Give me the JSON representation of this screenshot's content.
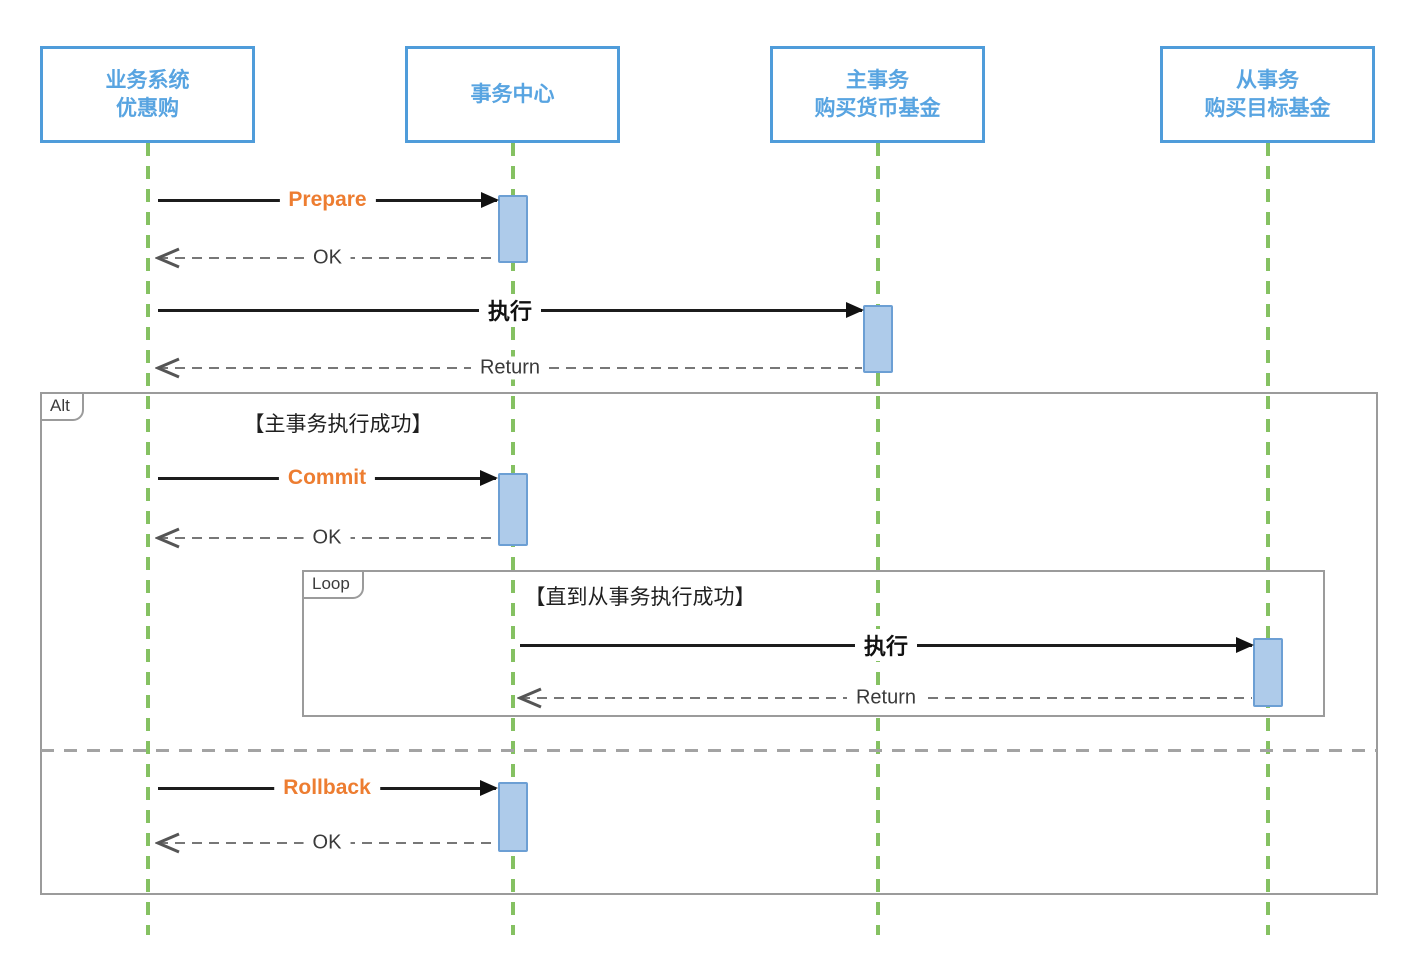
{
  "diagram": {
    "type": "uml-sequence-diagram",
    "actors": [
      {
        "id": "business-system",
        "line1": "业务系统",
        "line2": "优惠购"
      },
      {
        "id": "transaction-center",
        "line1": "事务中心",
        "line2": ""
      },
      {
        "id": "main-transaction",
        "line1": "主事务",
        "line2": "购买货币基金"
      },
      {
        "id": "sub-transaction",
        "line1": "从事务",
        "line2": "购买目标基金"
      }
    ],
    "messages": [
      {
        "label": "Prepare",
        "from": "业务系统优惠购",
        "to": "事务中心",
        "style": "solid",
        "color": "orange"
      },
      {
        "label": "OK",
        "from": "事务中心",
        "to": "业务系统优惠购",
        "style": "dashed",
        "color": "gray"
      },
      {
        "label": "执行",
        "from": "业务系统优惠购",
        "to": "主事务购买货币基金",
        "style": "solid",
        "color": "black"
      },
      {
        "label": "Return",
        "from": "主事务购买货币基金",
        "to": "业务系统优惠购",
        "style": "dashed",
        "color": "gray"
      },
      {
        "label": "Commit",
        "from": "业务系统优惠购",
        "to": "事务中心",
        "style": "solid",
        "color": "orange"
      },
      {
        "label": "OK",
        "from": "事务中心",
        "to": "业务系统优惠购",
        "style": "dashed",
        "color": "gray"
      },
      {
        "label": "执行",
        "from": "事务中心",
        "to": "从事务购买目标基金",
        "style": "solid",
        "color": "black"
      },
      {
        "label": "Return",
        "from": "从事务购买目标基金",
        "to": "事务中心",
        "style": "dashed",
        "color": "gray"
      },
      {
        "label": "Rollback",
        "from": "业务系统优惠购",
        "to": "事务中心",
        "style": "solid",
        "color": "orange"
      },
      {
        "label": "OK",
        "from": "事务中心",
        "to": "业务系统优惠购",
        "style": "dashed",
        "color": "gray"
      }
    ],
    "fragments": [
      {
        "operator": "Alt",
        "guard": "【主事务执行成功】"
      },
      {
        "operator": "Loop",
        "guard": "【直到从事务执行成功】"
      }
    ],
    "colors": {
      "actor_border": "#4f9cda",
      "actor_text": "#58a4e1",
      "lifeline_green": "#85c162",
      "activation_fill": "#aecbea",
      "activation_border": "#6c9fd4",
      "emphasis_orange": "#ed7d31",
      "solid_arrow": "#1c1c1c",
      "return_arrow": "#777777",
      "fragment_border": "#9b9b9b"
    }
  }
}
